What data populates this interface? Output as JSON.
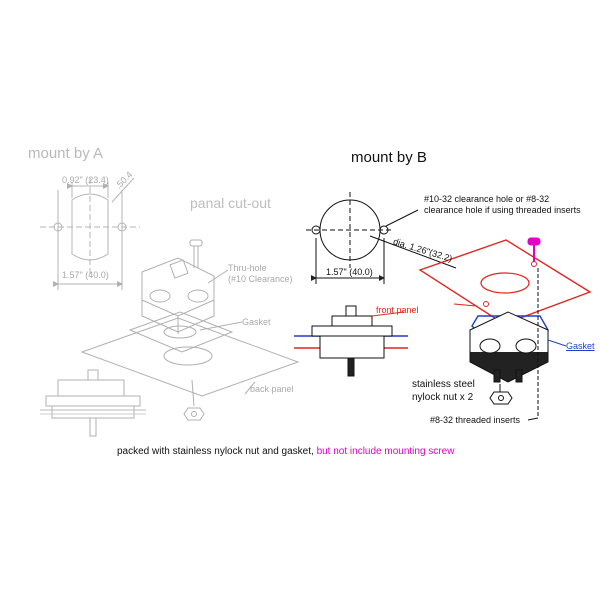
{
  "titles": {
    "mount_a": "mount by A",
    "mount_b": "mount by B",
    "cutout": "panal cut-out"
  },
  "mount_a": {
    "dim_width": "0.92\" (23.4)",
    "dim_diag": ".50.4",
    "dim_spacing": "1.57\" (40.0)",
    "thru_hole_line1": "Thru-hole",
    "thru_hole_line2": "(#10 Clearance)",
    "gasket": "Gasket",
    "back_panel": "back panel"
  },
  "mount_b": {
    "clearance_line1": "#10-32  clearance hole or #8-32",
    "clearance_line2": "clearance hole if using threaded inserts",
    "dim_dia": "dia. 1.26\"(32.2)",
    "dim_spacing": "1.57\" (40.0)",
    "front_panel": "front panel",
    "gasket": "Gasket",
    "nut_line1": "stainless steel",
    "nut_line2": "nylock nut x 2",
    "inserts": "#8-32 threaded inserts"
  },
  "footer": {
    "packed": "packed with stainless nylock nut and gasket,",
    "excluded": "but not include mounting screw"
  },
  "colors": {
    "faded": "#b9b9b9",
    "ink": "#111111",
    "panel_red": "#e2261f",
    "gasket_blue": "#1f3fc8",
    "screw_magenta": "#e200c8"
  }
}
